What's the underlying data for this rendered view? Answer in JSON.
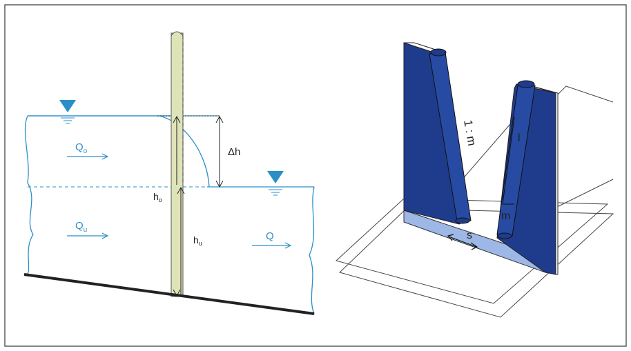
{
  "left_diagram": {
    "flow_upper": {
      "letter": "Q",
      "sub": "o"
    },
    "flow_lower": {
      "letter": "Q",
      "sub": "u"
    },
    "flow_down": {
      "letter": "Q"
    },
    "head_diff": "Δh",
    "depth_upper": {
      "letter": "h",
      "sub": "o"
    },
    "depth_lower": {
      "letter": "h",
      "sub": "u"
    }
  },
  "right_diagram": {
    "slope": "1 : m",
    "dim_l": "l",
    "dim_m": "m",
    "gap": "s"
  },
  "colors": {
    "water_line": "#2a8fc7",
    "wall_blue": "#1f3b8c",
    "floor_blue": "#9db8e6",
    "gauge_fill": "#dfe3b8"
  }
}
